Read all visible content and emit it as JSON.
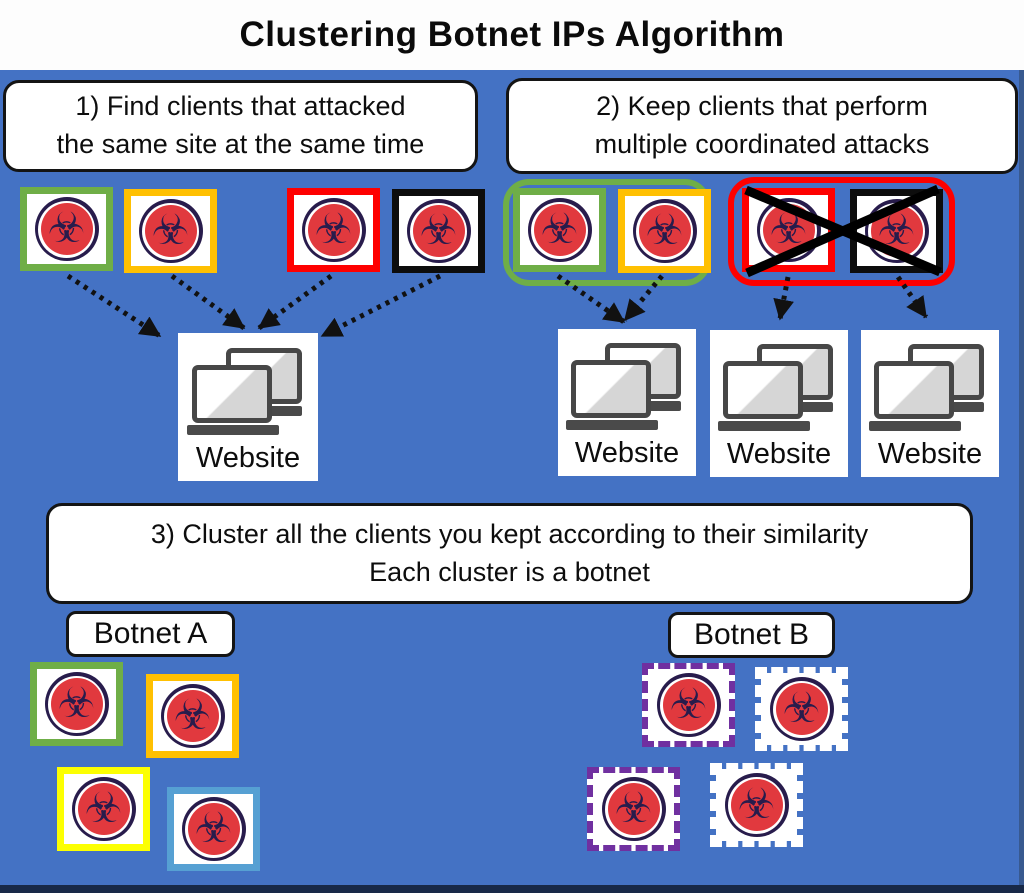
{
  "title": "Clustering Botnet IPs Algorithm",
  "glyphs": {
    "biohazard": "☣"
  },
  "colors": {
    "background": "#4472c4",
    "header_bg": "#fdfdfd",
    "green": "#6fae47",
    "gold": "#ffc002",
    "red": "#fe0000",
    "black": "#0d0d0d",
    "yellow": "#fcff02",
    "light_blue": "#56a0d3",
    "purple": "#7030a0",
    "white": "#ffffff",
    "bio_red": "#e1393e",
    "bio_navy": "#281c4c",
    "arrow_black": "#111111"
  },
  "steps": {
    "step1": {
      "line1": "1) Find clients that attacked",
      "line2": "the same site at the same time"
    },
    "step2": {
      "line1": "2) Keep clients that perform",
      "line2": "multiple coordinated attacks"
    },
    "step3": {
      "line1": "3) Cluster all the clients you kept according to their similarity",
      "line2": "Each cluster is a botnet"
    }
  },
  "labels": {
    "website": "Website",
    "botnet_a": "Botnet A",
    "botnet_b": "Botnet B"
  },
  "groups": {
    "kept_outline": "#6fae47",
    "discarded_outline": "#fe0000"
  },
  "clients": {
    "section1": [
      {
        "border": "#6fae47"
      },
      {
        "border": "#ffc002"
      },
      {
        "border": "#fe0000"
      },
      {
        "border": "#0d0d0d"
      }
    ],
    "section2_kept": [
      {
        "border": "#6fae47"
      },
      {
        "border": "#ffc002"
      }
    ],
    "section2_discarded": [
      {
        "border": "#fe0000"
      },
      {
        "border": "#0d0d0d"
      }
    ],
    "botnet_a": [
      {
        "border": "#6fae47"
      },
      {
        "border": "#ffc002"
      },
      {
        "border": "#fcff02"
      },
      {
        "border": "#56a0d3"
      }
    ],
    "botnet_b": [
      {
        "border": "#7030a0"
      },
      {
        "border": "#ffffff"
      },
      {
        "border": "#7030a0"
      },
      {
        "border": "#ffffff"
      }
    ]
  }
}
